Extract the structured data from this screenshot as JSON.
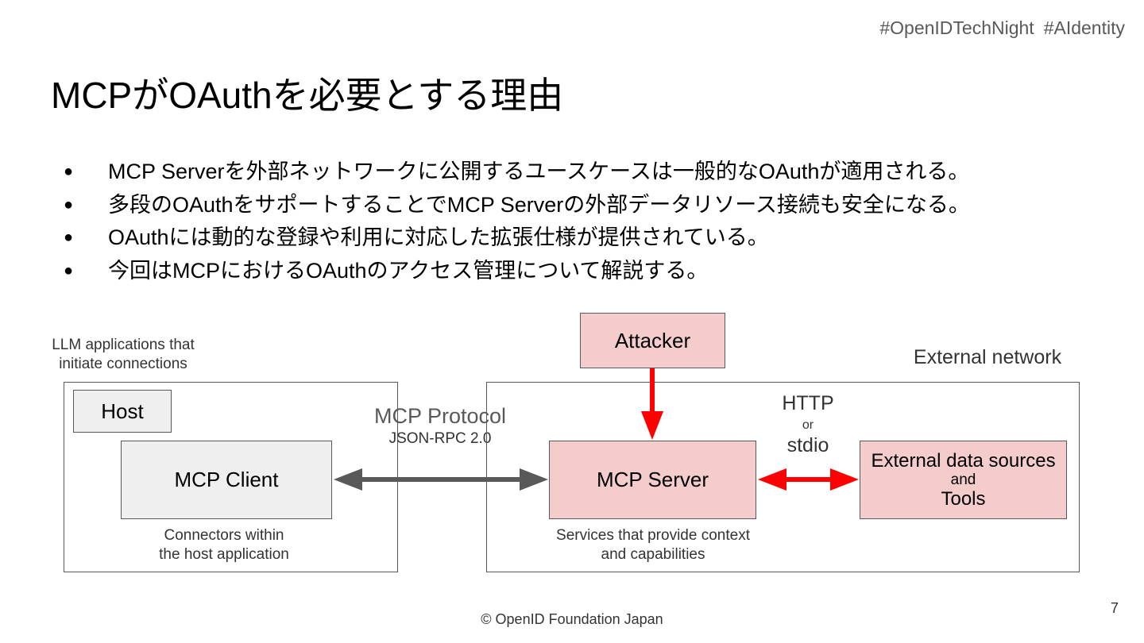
{
  "hashtags": [
    "#OpenIDTechNight",
    "#AIdentity"
  ],
  "title": "MCPがOAuthを必要とする理由",
  "bullets": [
    "MCP Serverを外部ネットワークに公開するユースケースは一般的なOAuthが適用される。",
    "多段のOAuthをサポートすることでMCP Serverの外部データリソース接続も安全になる。",
    "OAuthには動的な登録や利用に対応した拡張仕様が提供されている。",
    "今回はMCPにおけるOAuthのアクセス管理について解説する。"
  ],
  "diagram": {
    "llm_label_line1": "LLM applications that",
    "llm_label_line2": "initiate connections",
    "host": "Host",
    "mcp_client": "MCP Client",
    "client_caption_line1": "Connectors within",
    "client_caption_line2": "the host application",
    "protocol": "MCP Protocol",
    "protocol_sub": "JSON-RPC 2.0",
    "attacker": "Attacker",
    "external_network": "External network",
    "mcp_server": "MCP Server",
    "server_caption_line1": "Services that provide context",
    "server_caption_line2": "and capabilities",
    "transport_http": "HTTP",
    "transport_or": "or",
    "transport_stdio": "stdio",
    "ext_line1": "External data sources",
    "ext_line2": "and",
    "ext_line3": "Tools",
    "colors": {
      "attack_arrow": "#ff0000",
      "protocol_arrow": "#595959",
      "pink_box": "#f4cccc",
      "gray_box": "#efefef"
    }
  },
  "footer": "© OpenID Foundation Japan",
  "page_number": "7"
}
